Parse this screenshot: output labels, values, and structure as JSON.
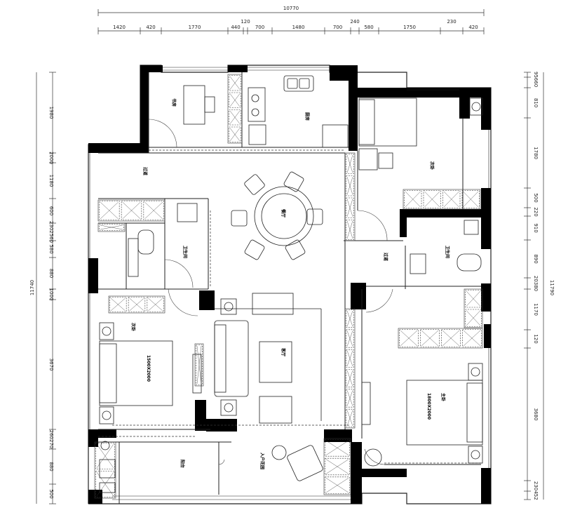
{
  "dimensions": {
    "top_total": "10770",
    "top_row": [
      "1420",
      "420",
      "1770",
      "440",
      "120",
      "700",
      "1480",
      "700",
      "240",
      "580",
      "1750",
      "230",
      "420"
    ],
    "left_total": "11740",
    "left_col": [
      "1980",
      "2000",
      "1180",
      "600",
      "2302560",
      "580",
      "880",
      "1000",
      "3670",
      "260270",
      "880",
      "500"
    ],
    "right_total": "11790",
    "right_col": [
      "95",
      "660",
      "810",
      "1780",
      "500",
      "220",
      "910",
      "890",
      "20380",
      "1170",
      "120",
      "3680",
      "230",
      "452"
    ]
  },
  "rooms": [
    {
      "id": "study",
      "text": "书房"
    },
    {
      "id": "kitchen",
      "text": "厨房"
    },
    {
      "id": "bedroom-ne",
      "text": "次卧"
    },
    {
      "id": "dining",
      "text": "餐厅"
    },
    {
      "id": "corridor-w",
      "text": "过道"
    },
    {
      "id": "corridor-e",
      "text": "过道"
    },
    {
      "id": "bath-n",
      "text": "卫生间"
    },
    {
      "id": "bath-e",
      "text": "卫生间"
    },
    {
      "id": "bedroom-w",
      "text": "次卧"
    },
    {
      "id": "living",
      "text": "客厅"
    },
    {
      "id": "master",
      "text": "主卧"
    },
    {
      "id": "balcony",
      "text": "阳台"
    },
    {
      "id": "entry",
      "text": "入户花园"
    }
  ],
  "beds": [
    {
      "id": "bed-w",
      "text": "1500X2000"
    },
    {
      "id": "bed-e",
      "text": "1800X2000"
    }
  ]
}
